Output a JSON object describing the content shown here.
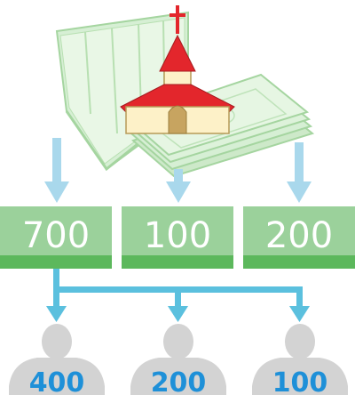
{
  "colors": {
    "arrow": "#a9d8ec",
    "connector": "#5bc0de",
    "box_fill": "#9bd19b",
    "box_bottom": "#5cb85c",
    "person": "#d3d3d3",
    "person_value": "#1e90d8",
    "roof": "#e3262c",
    "wall": "#fdf1c8",
    "paper": "#d6efd4"
  },
  "top_icons": [
    "ledger-icon",
    "church-icon",
    "banknotes-icon"
  ],
  "boxes": [
    {
      "value": "700"
    },
    {
      "value": "100"
    },
    {
      "value": "200"
    }
  ],
  "people": [
    {
      "value": "400"
    },
    {
      "value": "200"
    },
    {
      "value": "100"
    }
  ]
}
